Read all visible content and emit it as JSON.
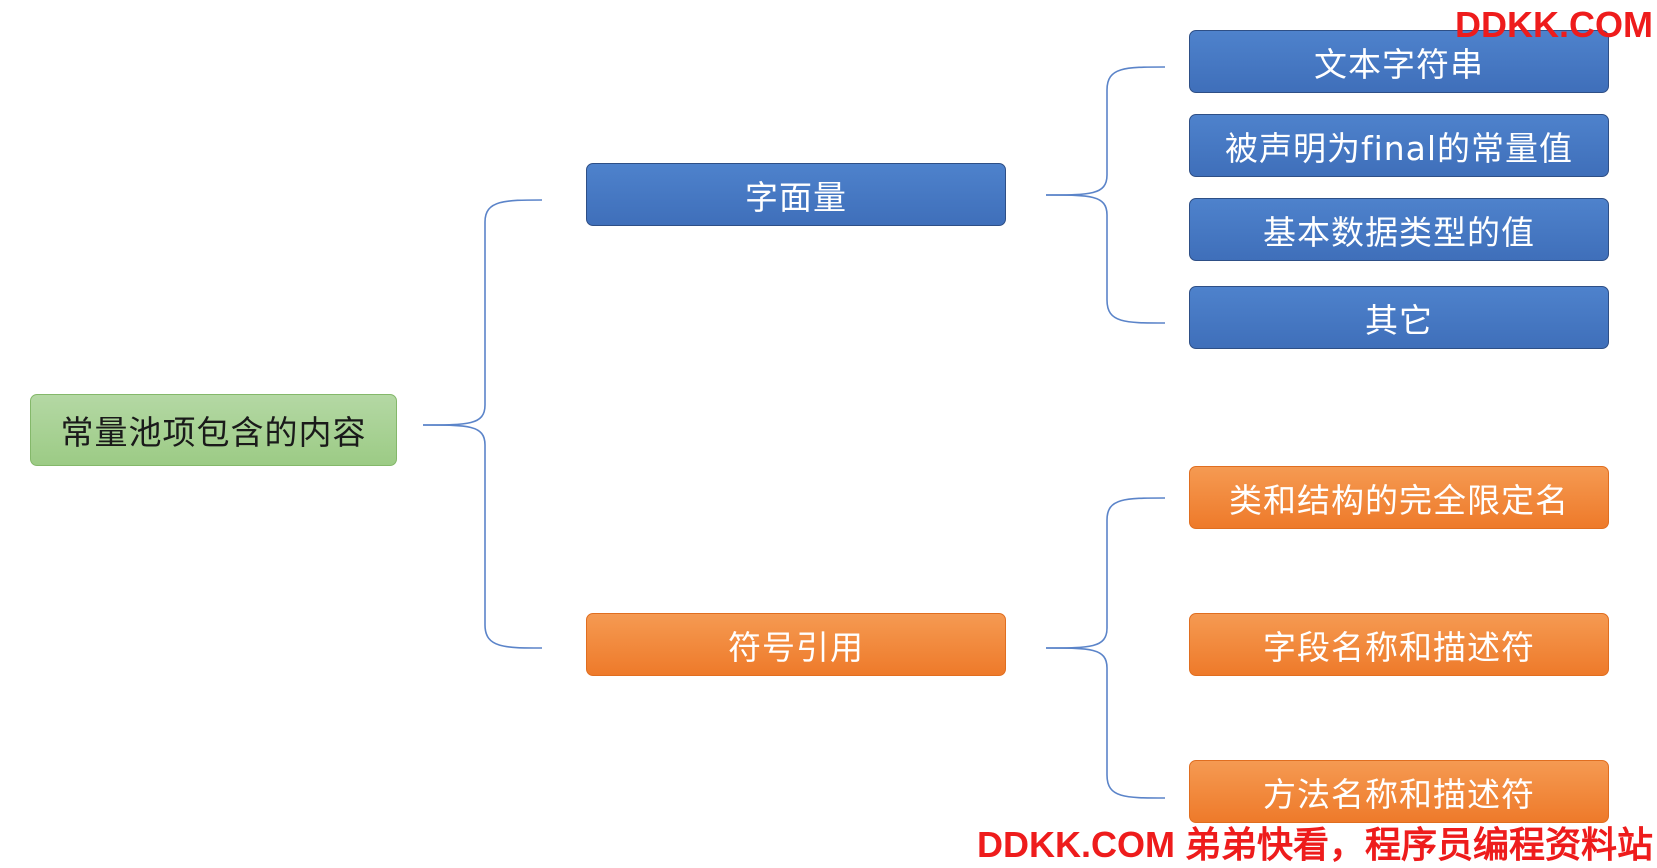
{
  "root": {
    "label": "常量池项包含的内容"
  },
  "categories": [
    {
      "label": "字面量",
      "color": "#4472c4",
      "children": [
        "文本字符串",
        "被声明为final的常量值",
        "基本数据类型的值",
        "其它"
      ]
    },
    {
      "label": "符号引用",
      "color": "#ed7d31",
      "children": [
        "类和结构的完全限定名",
        "字段名称和描述符",
        "方法名称和描述符"
      ]
    }
  ],
  "watermark": {
    "top": "DDKK.COM",
    "bottom": "DDKK.COM 弟弟快看，程序员编程资料站",
    "color": "#ee1c1c"
  },
  "colors": {
    "root_fill": "#a9d18e",
    "connector": "#5b84c9"
  }
}
